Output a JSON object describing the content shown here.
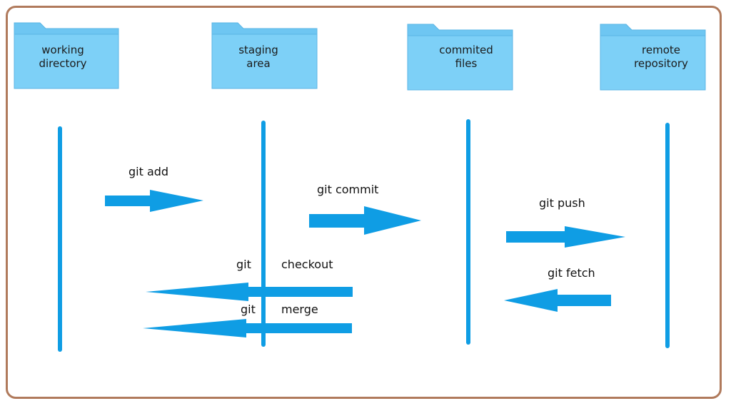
{
  "colors": {
    "frame": "#b07a5c",
    "folder_back": "#6ec6f2",
    "folder_front": "#7dd0f7",
    "folder_edge": "#5bb5e4",
    "line": "#0f9de4",
    "arrow": "#0f9de4"
  },
  "folders": [
    {
      "line1": "working",
      "line2": "directory"
    },
    {
      "line1": "staging",
      "line2": "area"
    },
    {
      "line1": "commited",
      "line2": "files"
    },
    {
      "line1": "remote",
      "line2": "repository"
    }
  ],
  "commands": {
    "git_add": "git add",
    "git_commit": "git commit",
    "git_push": "git push",
    "git_fetch": "git fetch",
    "checkout_git": "git",
    "checkout_word": "checkout",
    "merge_git": "git",
    "merge_word": "merge"
  }
}
